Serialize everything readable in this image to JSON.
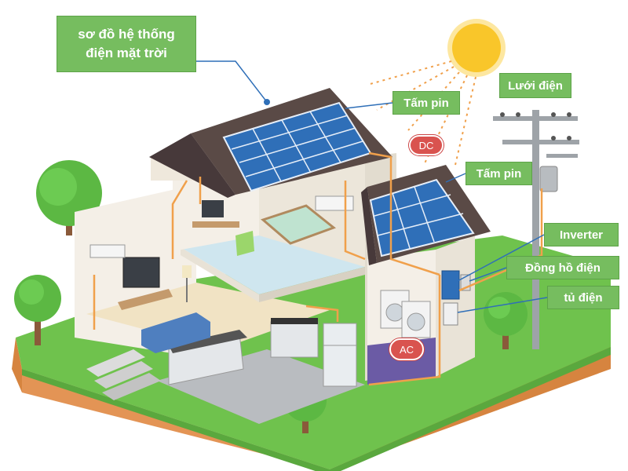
{
  "title": {
    "line1": "sơ đồ hệ thống",
    "line2": "điện mặt trời"
  },
  "labels": {
    "solar_panel_roof": "Tấm pin",
    "solar_panel_side": "Tấm pin",
    "grid": "Lưới điện",
    "inverter": "Inverter",
    "meter": "Đồng hồ điện",
    "cabinet": "tủ điện"
  },
  "badges": {
    "dc": "DC",
    "ac": "AC"
  },
  "colors": {
    "label_bg": "#76bd5f",
    "badge_bg": "#d9534f",
    "roof": "#5a4a46",
    "panel": "#2f6fb8",
    "grass": "#6fc24d",
    "soil": "#e79a5b",
    "wire": "#f0a04b",
    "sun": "#f9c62a"
  }
}
